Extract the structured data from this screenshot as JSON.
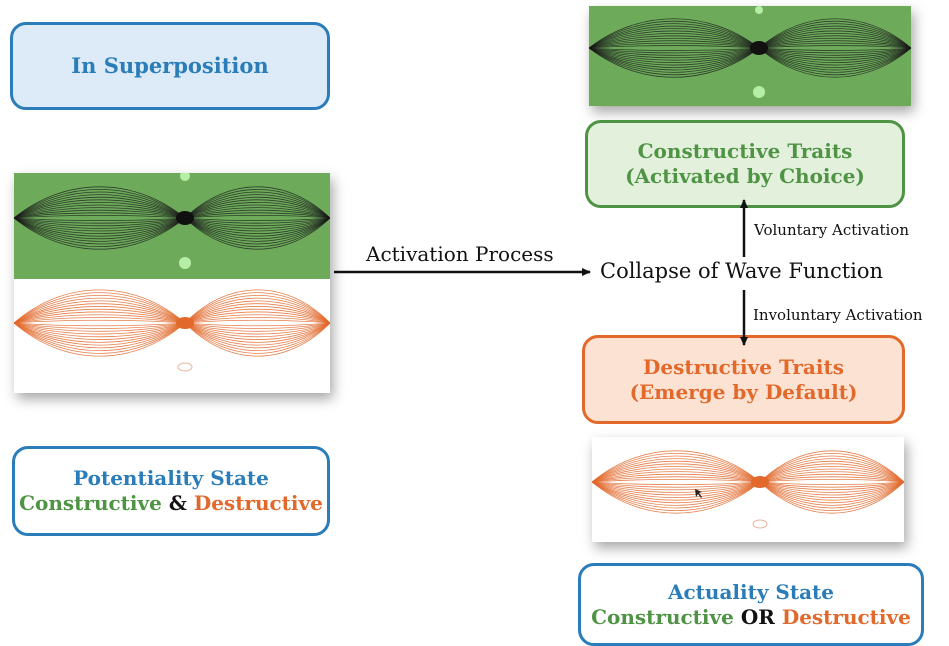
{
  "superposition": {
    "label": "In Superposition"
  },
  "potentiality": {
    "title": "Potentiality State",
    "constructive": "Constructive",
    "connector": "&",
    "destructive": "Destructive"
  },
  "activation_process": "Activation Process",
  "collapse": "Collapse of Wave Function",
  "voluntary": "Voluntary Activation",
  "involuntary": "Involuntary Activation",
  "constructive_traits": {
    "line1": "Constructive Traits",
    "line2": "(Activated by Choice)"
  },
  "destructive_traits": {
    "line1": "Destructive Traits",
    "line2": "(Emerge by Default)"
  },
  "actuality": {
    "title": "Actuality State",
    "constructive": "Constructive",
    "connector": "OR",
    "destructive": "Destructive"
  },
  "colors": {
    "blue": "#2a7db8",
    "green": "#4f9444",
    "orange": "#e2692b",
    "green_fill": "#6dab5b",
    "orange_fill": "#fbe2d2"
  }
}
